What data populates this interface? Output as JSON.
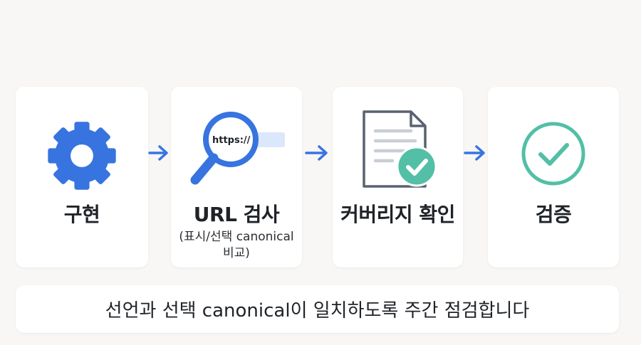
{
  "steps": [
    {
      "title": "구현",
      "icon": "gear-icon"
    },
    {
      "title": "URL 검사",
      "subtitle": "(표시/선택 canonical 비교)",
      "icon": "magnifier-icon",
      "icon_text": "https://"
    },
    {
      "title": "커버리지 확인",
      "icon": "document-check-icon"
    },
    {
      "title": "검증",
      "icon": "check-circle-icon"
    }
  ],
  "summary": "선언과 선택 canonical이 일치하도록 주간 점검합니다",
  "colors": {
    "blue": "#3874e0",
    "teal": "#52bfa6",
    "doc_outline": "#5a6170",
    "background": "#f8f7f5"
  }
}
